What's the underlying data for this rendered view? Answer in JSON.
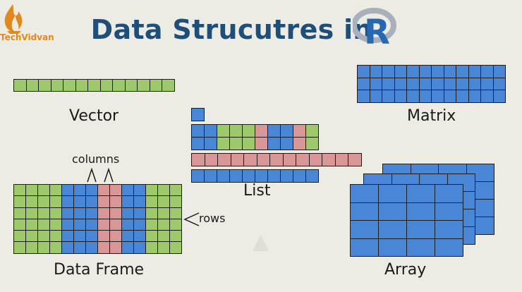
{
  "header": {
    "title": "Data Strucutres in",
    "brand": "TechVidvan",
    "r_logo_letter": "R"
  },
  "labels": {
    "vector": "Vector",
    "matrix": "Matrix",
    "list": "List",
    "data_frame": "Data Frame",
    "array": "Array",
    "columns": "columns",
    "rows": "rows"
  },
  "colors": {
    "green": "#9dc96b",
    "blue": "#4a86d8",
    "pink": "#d99697",
    "title": "#1f4e79",
    "brand": "#e08a1e"
  }
}
